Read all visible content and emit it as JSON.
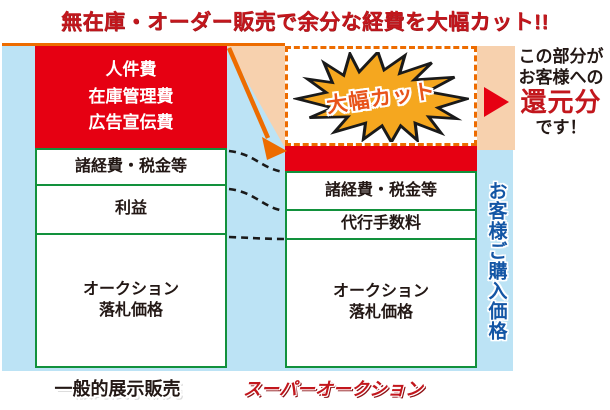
{
  "title": "無在庫・オーダー販売で余分な経費を大幅カット!!",
  "left_column": {
    "label": "一般的展示販売",
    "cost_lines": [
      "人件費",
      "在庫管理費",
      "広告宣伝費"
    ],
    "expense_box": "諸経費・税金等",
    "profit_box": "利益",
    "auction_lines": [
      "オークション",
      "落札価格"
    ]
  },
  "right_column": {
    "label": "スーパーオークション",
    "burst_label": "大幅カット",
    "expense_box": "諸経費・税金等",
    "fee_box": "代行手数料",
    "auction_lines": [
      "オークション",
      "落札価格"
    ]
  },
  "side_note": {
    "line1": "この部分が",
    "line2": "お客様への",
    "highlight": "還元分",
    "line3": "です！"
  },
  "price_strip_label": "お客様ご購入価格",
  "colors": {
    "accent_red": "#e60012",
    "border_green": "#12913c",
    "bg_blue": "#bce3f5",
    "funnel_peach": "#f7d1ae",
    "accent_orange": "#ed6c00",
    "burst_yellow": "#f5a71f",
    "strip_text_blue": "#1356a5",
    "title_red": "#c2171d"
  }
}
